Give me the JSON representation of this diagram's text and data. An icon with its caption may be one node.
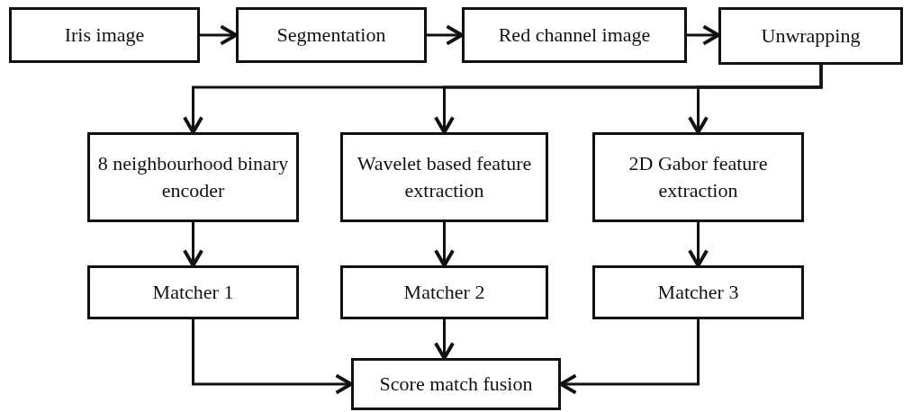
{
  "diagram": {
    "nodes": [
      {
        "text": [
          "Iris image"
        ]
      },
      {
        "text": [
          "Segmentation"
        ]
      },
      {
        "text": [
          "Red channel image"
        ]
      },
      {
        "text": [
          "Unwrapping"
        ]
      },
      {
        "text": [
          "8 neighbourhood binary encoder"
        ]
      },
      {
        "text": [
          "Wavelet based feature extraction"
        ]
      },
      {
        "text": [
          "2D Gabor feature extraction"
        ]
      },
      {
        "text": [
          "Matcher 1"
        ]
      },
      {
        "text": [
          "Matcher 2"
        ]
      },
      {
        "text": [
          "Matcher 3"
        ]
      },
      {
        "text": [
          "Score match fusion"
        ]
      }
    ],
    "edges": [
      {
        "from": 0,
        "to": 1,
        "arrow": "to"
      },
      {
        "from": 1,
        "to": 2,
        "arrow": "to"
      },
      {
        "from": 2,
        "to": 3,
        "arrow": "to"
      },
      {
        "from": 3,
        "to": 4,
        "arrow": "to"
      },
      {
        "from": 3,
        "to": 5,
        "arrow": "to"
      },
      {
        "from": 3,
        "to": 6,
        "arrow": "to"
      },
      {
        "from": 4,
        "to": 7,
        "arrow": "to"
      },
      {
        "from": 5,
        "to": 8,
        "arrow": "to"
      },
      {
        "from": 6,
        "to": 9,
        "arrow": "to"
      },
      {
        "from": 7,
        "to": 10,
        "arrow": "to"
      },
      {
        "from": 8,
        "to": 10,
        "arrow": "to"
      },
      {
        "from": 9,
        "to": 10,
        "arrow": "to"
      }
    ]
  }
}
